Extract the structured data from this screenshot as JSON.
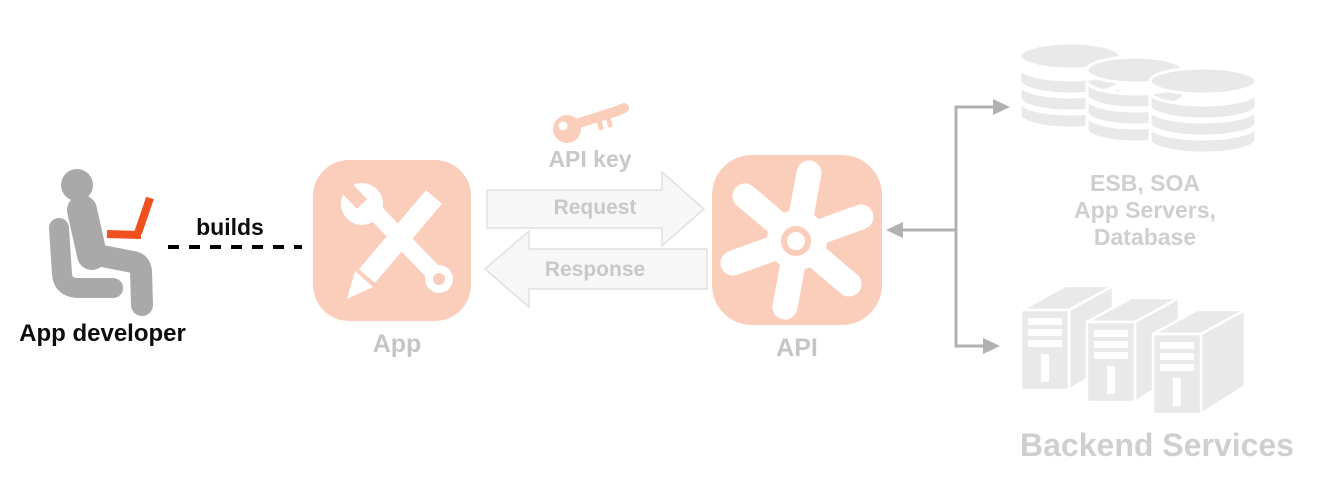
{
  "developer": {
    "label": "App developer",
    "relation_label": "builds"
  },
  "app": {
    "label": "App"
  },
  "api_key": {
    "label": "API key"
  },
  "request": {
    "label": "Request"
  },
  "response": {
    "label": "Response"
  },
  "api": {
    "label": "API"
  },
  "backend_top": {
    "lines": [
      "ESB, SOA",
      "App Servers,",
      "Database"
    ]
  },
  "backend_bottom": {
    "label": "Backend Services"
  },
  "icons": {
    "developer": "person-with-laptop-icon",
    "app": "wrench-and-pencil-icon",
    "api_key": "key-icon",
    "api": "gear-icon",
    "backend_top": "database-stack-icon",
    "backend_bottom": "server-rack-icon"
  },
  "colors": {
    "accent_orange": "#F0501E",
    "salmon": "#FBCEBC",
    "figure_gray": "#A9A9A9",
    "muted_icon_gray": "#E9E9E9",
    "label_gray": "#C5C5C5",
    "light_label_gray": "#CFCFCF",
    "arrow_fill": "#F7F7F7",
    "arrow_border": "#E0E0E0",
    "connector_gray": "#B1B1B1",
    "text_black": "#0D0D0D"
  }
}
